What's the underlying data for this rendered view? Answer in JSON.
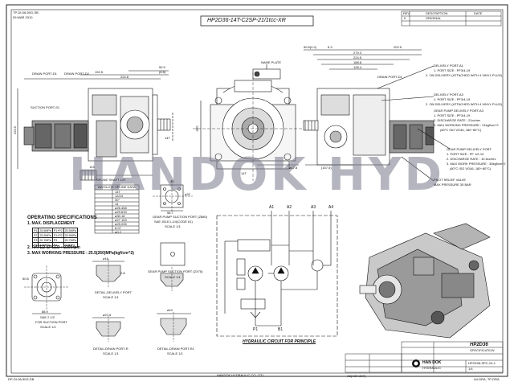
{
  "title_box": "HP2D36-14T-C2SP-21/1tcc-XR",
  "corner_codes": {
    "top_left": "TP-DI-06-50G-SB",
    "top_left_sub": "09 MAR 2010",
    "bottom_left": "DP-DI-06-50G-SB",
    "bottom_right": "A4-DRA, TP-DRA"
  },
  "watermark": "HANDOK HYD",
  "front_dims": {
    "d1": "192.5",
    "d2": "224.8",
    "d3": "50.9",
    "d4": "(6.5)",
    "ports": "DRAIN PORT-D1",
    "ports2": "DRAIN PORT-D2",
    "suction": "SUCTION PORT-S1",
    "left_height": "226.5",
    "bottom": "14T"
  },
  "center_labels": {
    "name_plate": "NAME PLATE",
    "bore": "ø80",
    "key": "14T",
    "dim": "ø17.8"
  },
  "right_dims": {
    "d1": "50.8(2.0)",
    "d2": "6.3",
    "d3": "279.3",
    "d4": "224.5",
    "d5": "188.8",
    "d6": "128.4",
    "d7": "202.5",
    "bottom": "(157.5)"
  },
  "port_notes": {
    "delivery_a1": "DELIVELY PORT-A1",
    "a1_size": "1. PORT SIZE : PF3/4-19",
    "a1_on": "2. ON DELIVERY (ATTACHED WITH 4 VINYL PLUG)",
    "drain_port": "DRAIN PORT-D1",
    "delivery_a3": "DELIVELY PORT-A3",
    "a3_size": "1. PORT SIZE : PF3/4-19",
    "a3_on": "2. ON DELIVERY (ATTACHED WITH 4 VINYL PLUG)",
    "gear_port": "GEAR PUMP DELIVELY PORT-A3",
    "g1": "1. PORT SIZE : PF3/4-19",
    "g2": "2. DISCHARGE RATE : 21cc/rev",
    "g3": "3. MAX WORKING PRESSURE : 21kgf/cm^2",
    "g4": "(60°C ISO VG46, 180~80°C)",
    "gear_delivery": "GEAR PUMP DELIVELY PORT",
    "gd1": "1. PORT SIZE : PF 1/2-19",
    "gd2": "2. DISCHARGE RATE : 10.5cc/rev",
    "gd3": "3. MAX WORK PRESSURE : 35kgf/cm^2",
    "gd4": "(60°C ISO VG46, 180~80°C)",
    "relief": "PILOT RELIEF VALVE",
    "relief2": "MAX PRESSURE 35 BAR"
  },
  "spline_table": {
    "title": "INVOLUTE SPLINE DATA",
    "rows": [
      [
        "",
        "14T"
      ],
      [
        "",
        "12/24"
      ],
      [
        "",
        "30°"
      ],
      [
        "",
        "14"
      ],
      [
        "",
        "ø26.458"
      ],
      [
        "",
        "ø29.633"
      ],
      [
        "",
        "ø30.18"
      ],
      [
        "",
        "ø27.153"
      ],
      [
        "",
        "ø25.035"
      ],
      [
        "",
        "6.07"
      ],
      [
        "",
        "ø0.2"
      ]
    ]
  },
  "spline_view": {
    "label": "SPLINE SHAFT 14T",
    "dim": "8.8"
  },
  "operating": {
    "title": "OPERATING SPECIFICATIONS",
    "s1": "1. MAX. DISPLACEMENT",
    "rows": [
      [
        "P1",
        "25.5MPa",
        "P1+P2",
        "25.5MPa"
      ],
      [
        "P2",
        "25.5MPa",
        "P1+P2",
        "25.5MPa"
      ],
      [
        "P3",
        "20.7MPa",
        "P3",
        "20.7MPa"
      ],
      [
        "P4",
        "3.5MPa",
        "P4",
        "3.5MPa"
      ]
    ],
    "s2": "2. RATED SPEED : 2300rpm",
    "s3": "3. MAX WORKING PRESSURE : 25.5(260)MPa(kgf/cm^2)"
  },
  "gear_suction": {
    "label": "GEAR PUMP SUCTION PORT (Z880)",
    "sub": "SAE J518 1-1/4(CODE 61)",
    "scale": "SCALE 1/1",
    "dims": [
      "42",
      "58.7",
      "ø22"
    ]
  },
  "gear_suction2": {
    "label": "GEAR PUMP SUCTION PORT (ZX75)",
    "scale": "SCALE 1/1"
  },
  "flange": {
    "label": "SAE 2 1/2",
    "sub": "FOR SUCTION PORT",
    "scale": "SCALE 1/1",
    "dims": [
      "88.9",
      "50.8"
    ]
  },
  "details": {
    "d1": "DETAIL-DELIVELY PORT",
    "d1s": "SCALE 1/1",
    "d2": "DETAIL-DRAIN PORT-R",
    "d2s": "SCALE 1/1",
    "d3": "DETAIL-DRAIN PORT-R1",
    "d3s": "SCALE 1/1",
    "dims": [
      "ø16",
      "ø27.5",
      "ø10",
      "2.8"
    ]
  },
  "circuit": {
    "title": "HYDRAULIC CIRCUIT FOR PRINCIPLE",
    "ports": [
      "A1",
      "A2",
      "A3",
      "A4"
    ],
    "bottom": [
      "P1",
      "B1"
    ]
  },
  "title_block": {
    "model": "HP2D36",
    "spec": "SPECIFICATION",
    "company": "HAN DOK",
    "company2": "HYDRAULIC",
    "drawing_no": "HP2D36-SPC-24-1",
    "scale": "1/4",
    "footer_left": "HANDOK HYDRAULIC CO.,LTD",
    "footer_right": "A3(420×297)"
  },
  "revision": {
    "header": [
      "REV",
      "DESCRIPTION",
      "DATE"
    ],
    "row1": [
      "0",
      "ORIGINAL",
      ""
    ]
  }
}
